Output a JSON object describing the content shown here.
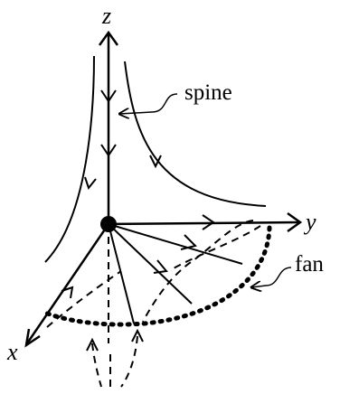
{
  "labels": {
    "z": "z",
    "y": "y",
    "x": "x",
    "spine": "spine",
    "fan": "fan"
  },
  "colors": {
    "stroke": "#000000",
    "background": "#ffffff"
  }
}
